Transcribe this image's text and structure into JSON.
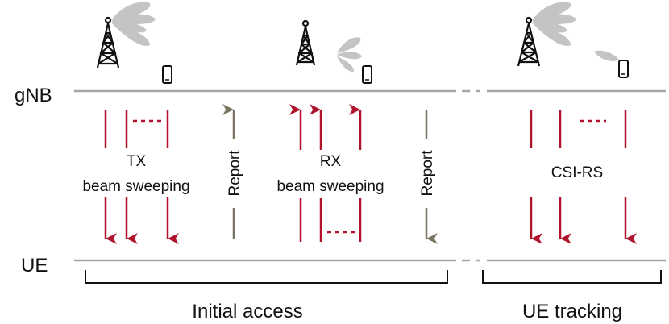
{
  "labels": {
    "gnb": "gNB",
    "ue": "UE",
    "tx_line1": "TX",
    "tx_line2": "beam sweeping",
    "rx_line1": "RX",
    "rx_line2": "beam sweeping",
    "report": "Report",
    "csi_rs": "CSI-RS",
    "initial_access": "Initial access",
    "ue_tracking": "UE tracking"
  },
  "icons": [
    "cell-tower-icon",
    "beam-lobes-icon",
    "phone-icon"
  ],
  "colors": {
    "beam_arrow": "#b0142c",
    "report_arrow": "#7a7560",
    "timeline": "#a6a6a6",
    "beam_lobe": "#c4c4c4",
    "text": "#111111"
  }
}
